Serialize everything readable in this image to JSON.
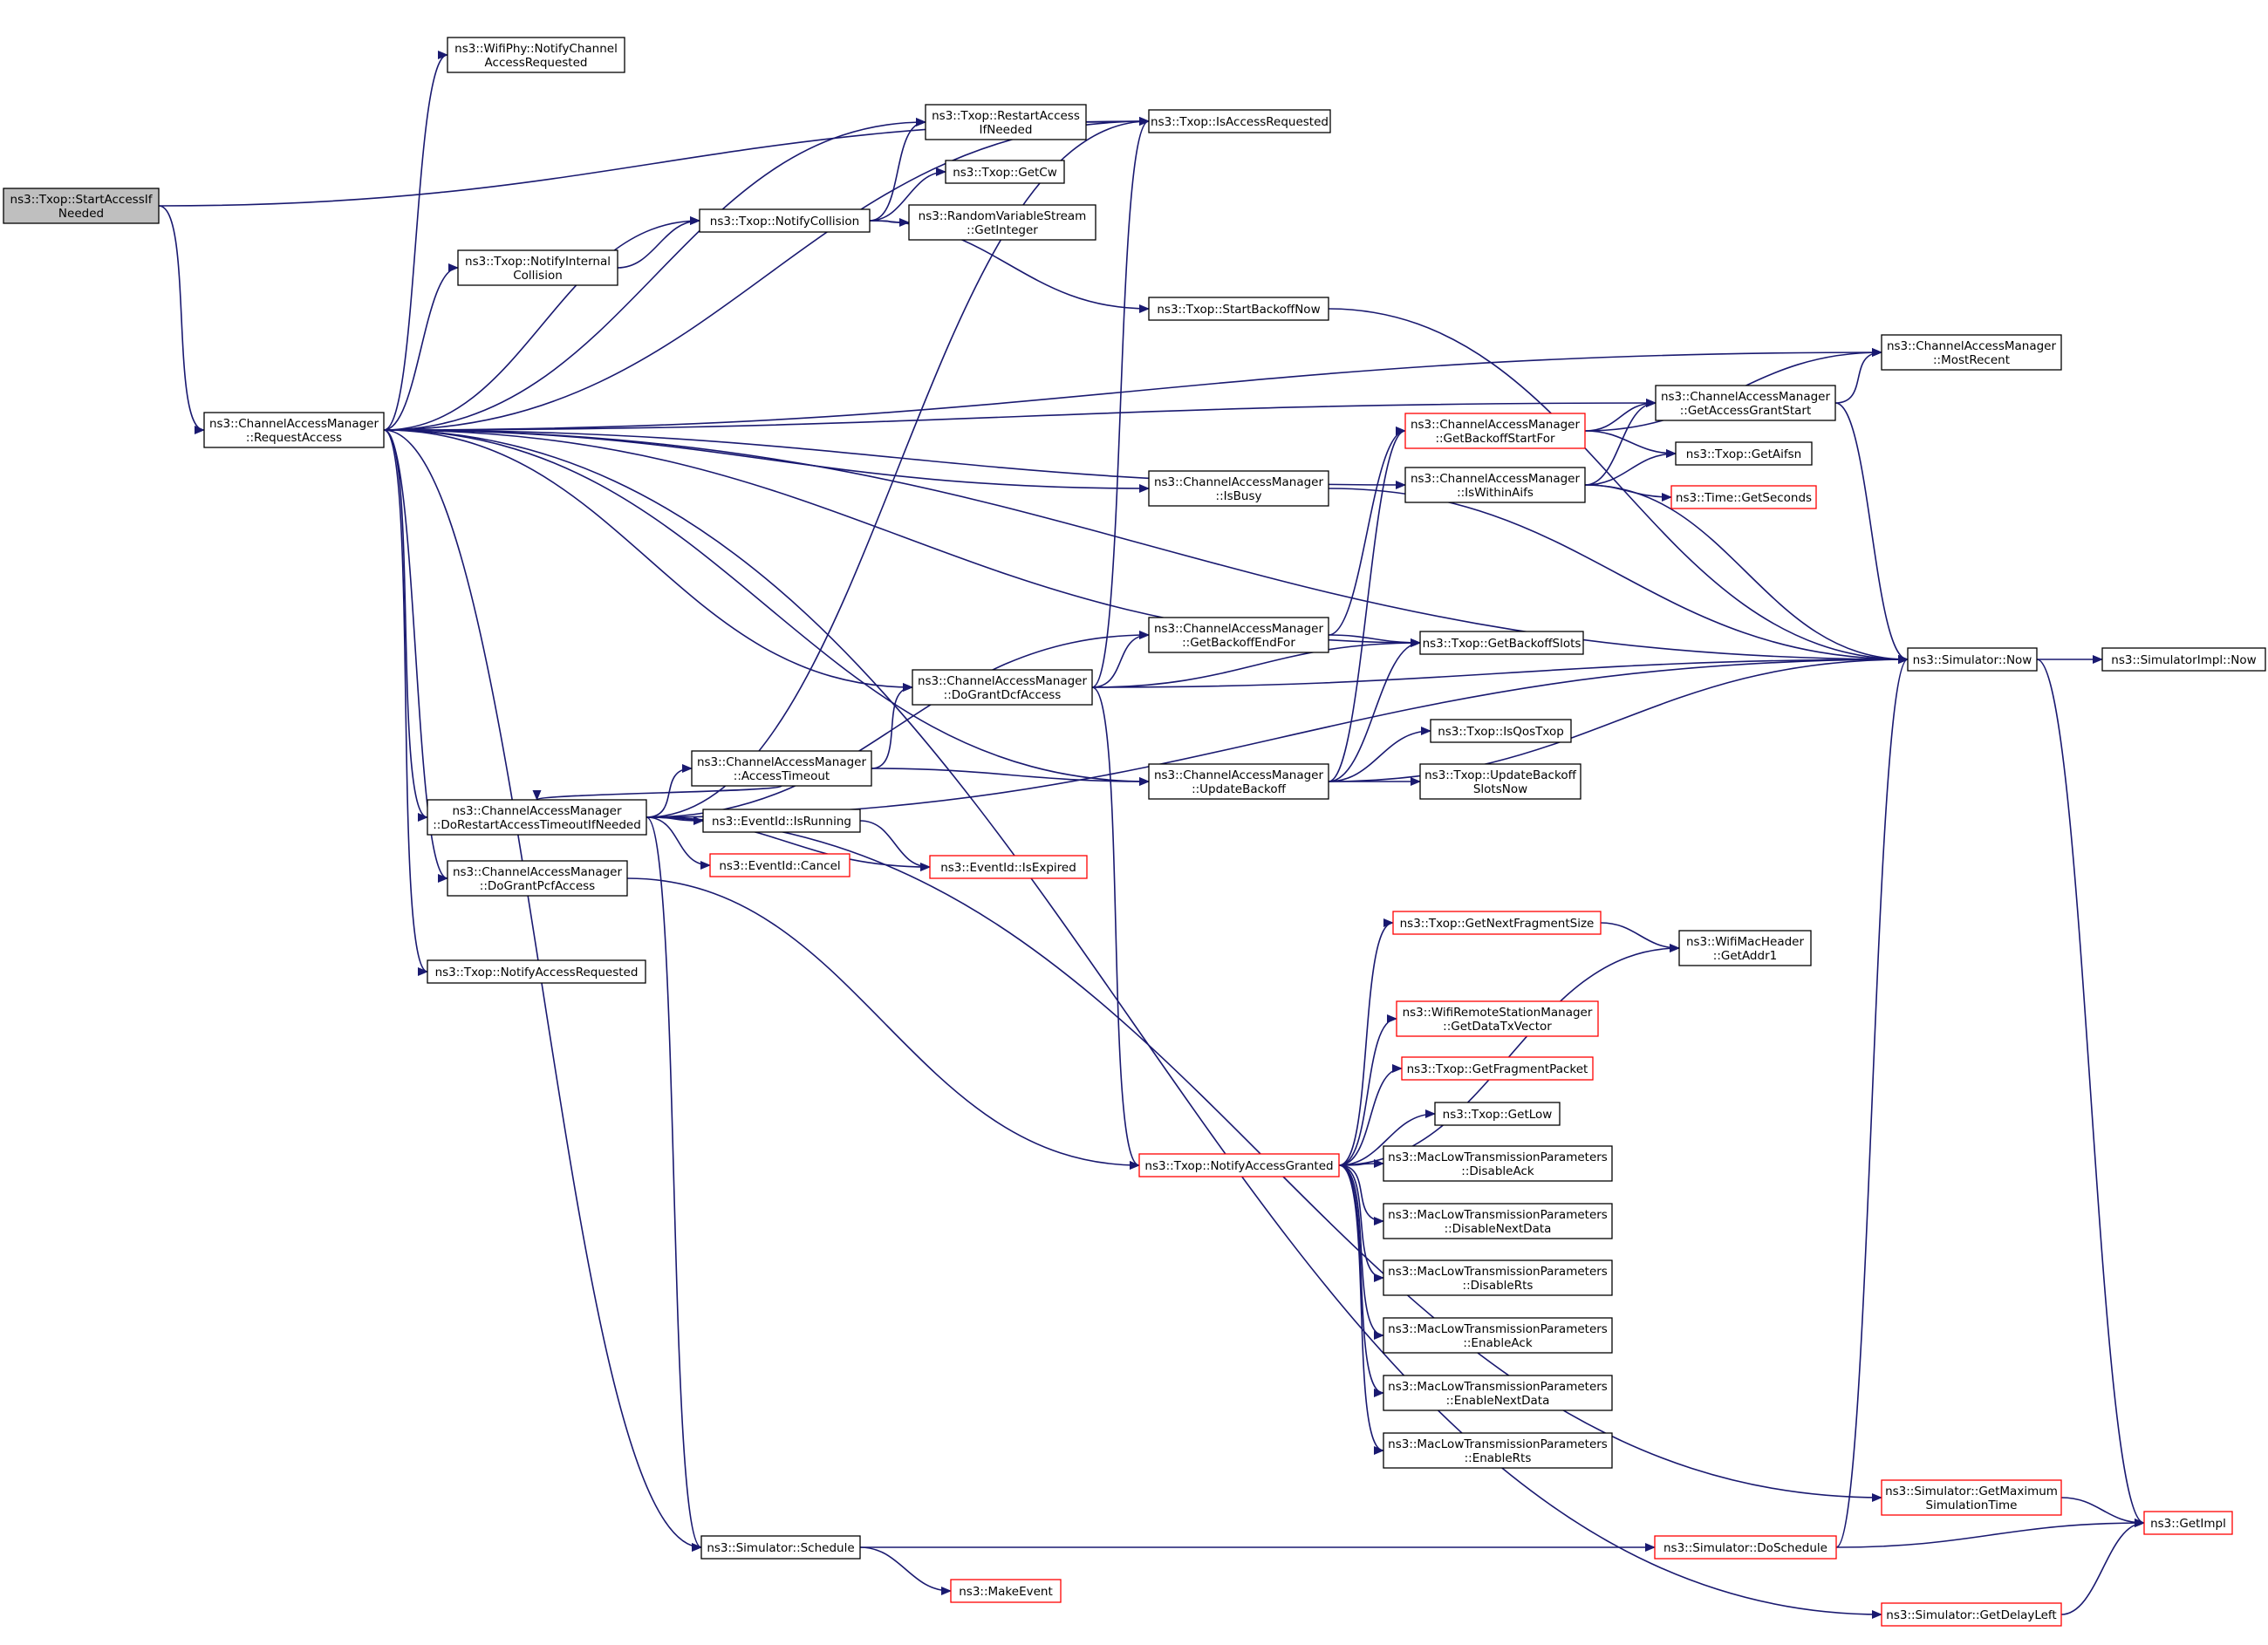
{
  "colors": {
    "edge": "#191970",
    "node_border": "#000000",
    "node_border_truncated": "#ff0000",
    "node_fill": "#ffffff",
    "root_fill": "#bfbfbf",
    "text": "#000000"
  },
  "nodes": [
    {
      "id": "startAccess",
      "lines": [
        "ns3::Txop::StartAccessIf",
        "Needed"
      ],
      "style": "root"
    },
    {
      "id": "requestAccess",
      "lines": [
        "ns3::ChannelAccessManager",
        "::RequestAccess"
      ],
      "style": "normal"
    },
    {
      "id": "notifyChannelAccessRequested",
      "lines": [
        "ns3::WifiPhy::NotifyChannel",
        "AccessRequested"
      ],
      "style": "normal"
    },
    {
      "id": "restartAccessIfNeeded",
      "lines": [
        "ns3::Txop::RestartAccess",
        "IfNeeded"
      ],
      "style": "normal"
    },
    {
      "id": "isAccessRequested",
      "lines": [
        "ns3::Txop::IsAccessRequested"
      ],
      "style": "normal"
    },
    {
      "id": "getCw",
      "lines": [
        "ns3::Txop::GetCw"
      ],
      "style": "normal"
    },
    {
      "id": "notifyCollision",
      "lines": [
        "ns3::Txop::NotifyCollision"
      ],
      "style": "normal"
    },
    {
      "id": "getInteger",
      "lines": [
        "ns3::RandomVariableStream",
        "::GetInteger"
      ],
      "style": "normal"
    },
    {
      "id": "notifyInternalCollision",
      "lines": [
        "ns3::Txop::NotifyInternal",
        "Collision"
      ],
      "style": "normal"
    },
    {
      "id": "startBackoffNow",
      "lines": [
        "ns3::Txop::StartBackoffNow"
      ],
      "style": "normal"
    },
    {
      "id": "mostRecent",
      "lines": [
        "ns3::ChannelAccessManager",
        "::MostRecent"
      ],
      "style": "normal"
    },
    {
      "id": "getAccessGrantStart",
      "lines": [
        "ns3::ChannelAccessManager",
        "::GetAccessGrantStart"
      ],
      "style": "normal"
    },
    {
      "id": "getBackoffStartFor",
      "lines": [
        "ns3::ChannelAccessManager",
        "::GetBackoffStartFor"
      ],
      "style": "truncated"
    },
    {
      "id": "getAifsn",
      "lines": [
        "ns3::Txop::GetAifsn"
      ],
      "style": "normal"
    },
    {
      "id": "isWithinAifs",
      "lines": [
        "ns3::ChannelAccessManager",
        "::IsWithinAifs"
      ],
      "style": "normal"
    },
    {
      "id": "getSeconds",
      "lines": [
        "ns3::Time::GetSeconds"
      ],
      "style": "truncated"
    },
    {
      "id": "isBusy",
      "lines": [
        "ns3::ChannelAccessManager",
        "::IsBusy"
      ],
      "style": "normal"
    },
    {
      "id": "getBackoffEndFor",
      "lines": [
        "ns3::ChannelAccessManager",
        "::GetBackoffEndFor"
      ],
      "style": "normal"
    },
    {
      "id": "getBackoffSlots",
      "lines": [
        "ns3::Txop::GetBackoffSlots"
      ],
      "style": "normal"
    },
    {
      "id": "simulatorNow",
      "lines": [
        "ns3::Simulator::Now"
      ],
      "style": "normal"
    },
    {
      "id": "simulatorImplNow",
      "lines": [
        "ns3::SimulatorImpl::Now"
      ],
      "style": "normal"
    },
    {
      "id": "doGrantDcfAccess",
      "lines": [
        "ns3::ChannelAccessManager",
        "::DoGrantDcfAccess"
      ],
      "style": "normal"
    },
    {
      "id": "accessTimeout",
      "lines": [
        "ns3::ChannelAccessManager",
        "::AccessTimeout"
      ],
      "style": "normal"
    },
    {
      "id": "isQosTxop",
      "lines": [
        "ns3::Txop::IsQosTxop"
      ],
      "style": "normal"
    },
    {
      "id": "updateBackoff",
      "lines": [
        "ns3::ChannelAccessManager",
        "::UpdateBackoff"
      ],
      "style": "normal"
    },
    {
      "id": "updateBackoffSlotsNow",
      "lines": [
        "ns3::Txop::UpdateBackoff",
        "SlotsNow"
      ],
      "style": "normal"
    },
    {
      "id": "doRestartAccessTimeoutIfNeeded",
      "lines": [
        "ns3::ChannelAccessManager",
        "::DoRestartAccessTimeoutIfNeeded"
      ],
      "style": "normal"
    },
    {
      "id": "isRunning",
      "lines": [
        "ns3::EventId::IsRunning"
      ],
      "style": "normal"
    },
    {
      "id": "cancel",
      "lines": [
        "ns3::EventId::Cancel"
      ],
      "style": "truncated"
    },
    {
      "id": "isExpired",
      "lines": [
        "ns3::EventId::IsExpired"
      ],
      "style": "truncated"
    },
    {
      "id": "doGrantPcfAccess",
      "lines": [
        "ns3::ChannelAccessManager",
        "::DoGrantPcfAccess"
      ],
      "style": "normal"
    },
    {
      "id": "notifyAccessRequested",
      "lines": [
        "ns3::Txop::NotifyAccessRequested"
      ],
      "style": "normal"
    },
    {
      "id": "getNextFragmentSize",
      "lines": [
        "ns3::Txop::GetNextFragmentSize"
      ],
      "style": "truncated"
    },
    {
      "id": "getAddr1",
      "lines": [
        "ns3::WifiMacHeader",
        "::GetAddr1"
      ],
      "style": "normal"
    },
    {
      "id": "getDataTxVector",
      "lines": [
        "ns3::WifiRemoteStationManager",
        "::GetDataTxVector"
      ],
      "style": "truncated"
    },
    {
      "id": "getFragmentPacket",
      "lines": [
        "ns3::Txop::GetFragmentPacket"
      ],
      "style": "truncated"
    },
    {
      "id": "getLow",
      "lines": [
        "ns3::Txop::GetLow"
      ],
      "style": "normal"
    },
    {
      "id": "notifyAccessGranted",
      "lines": [
        "ns3::Txop::NotifyAccessGranted"
      ],
      "style": "truncated"
    },
    {
      "id": "disableAck",
      "lines": [
        "ns3::MacLowTransmissionParameters",
        "::DisableAck"
      ],
      "style": "normal"
    },
    {
      "id": "disableNextData",
      "lines": [
        "ns3::MacLowTransmissionParameters",
        "::DisableNextData"
      ],
      "style": "normal"
    },
    {
      "id": "disableRts",
      "lines": [
        "ns3::MacLowTransmissionParameters",
        "::DisableRts"
      ],
      "style": "normal"
    },
    {
      "id": "enableAck",
      "lines": [
        "ns3::MacLowTransmissionParameters",
        "::EnableAck"
      ],
      "style": "normal"
    },
    {
      "id": "enableNextData",
      "lines": [
        "ns3::MacLowTransmissionParameters",
        "::EnableNextData"
      ],
      "style": "normal"
    },
    {
      "id": "enableRts",
      "lines": [
        "ns3::MacLowTransmissionParameters",
        "::EnableRts"
      ],
      "style": "normal"
    },
    {
      "id": "getMaximumSimulationTime",
      "lines": [
        "ns3::Simulator::GetMaximum",
        "SimulationTime"
      ],
      "style": "truncated"
    },
    {
      "id": "getImpl",
      "lines": [
        "ns3::GetImpl"
      ],
      "style": "truncated"
    },
    {
      "id": "simulatorSchedule",
      "lines": [
        "ns3::Simulator::Schedule"
      ],
      "style": "normal"
    },
    {
      "id": "doSchedule",
      "lines": [
        "ns3::Simulator::DoSchedule"
      ],
      "style": "truncated"
    },
    {
      "id": "makeEvent",
      "lines": [
        "ns3::MakeEvent"
      ],
      "style": "truncated"
    },
    {
      "id": "getDelayLeft",
      "lines": [
        "ns3::Simulator::GetDelayLeft"
      ],
      "style": "truncated"
    }
  ],
  "edges": [
    {
      "from": "startAccess",
      "to": "requestAccess"
    },
    {
      "from": "startAccess",
      "to": "isAccessRequested"
    },
    {
      "from": "requestAccess",
      "to": "notifyChannelAccessRequested"
    },
    {
      "from": "requestAccess",
      "to": "isAccessRequested"
    },
    {
      "from": "requestAccess",
      "to": "restartAccessIfNeeded"
    },
    {
      "from": "requestAccess",
      "to": "notifyCollision"
    },
    {
      "from": "requestAccess",
      "to": "notifyInternalCollision"
    },
    {
      "from": "requestAccess",
      "to": "mostRecent"
    },
    {
      "from": "requestAccess",
      "to": "getAccessGrantStart"
    },
    {
      "from": "requestAccess",
      "to": "isWithinAifs"
    },
    {
      "from": "requestAccess",
      "to": "isBusy"
    },
    {
      "from": "requestAccess",
      "to": "simulatorNow"
    },
    {
      "from": "requestAccess",
      "to": "getBackoffSlots"
    },
    {
      "from": "requestAccess",
      "to": "doGrantDcfAccess"
    },
    {
      "from": "requestAccess",
      "to": "updateBackoff"
    },
    {
      "from": "requestAccess",
      "to": "doRestartAccessTimeoutIfNeeded"
    },
    {
      "from": "requestAccess",
      "to": "doGrantPcfAccess"
    },
    {
      "from": "requestAccess",
      "to": "notifyAccessRequested"
    },
    {
      "from": "requestAccess",
      "to": "simulatorSchedule"
    },
    {
      "from": "requestAccess",
      "to": "getDelayLeft"
    },
    {
      "from": "restartAccessIfNeeded",
      "to": "isAccessRequested"
    },
    {
      "from": "notifyCollision",
      "to": "restartAccessIfNeeded"
    },
    {
      "from": "notifyCollision",
      "to": "getCw"
    },
    {
      "from": "notifyCollision",
      "to": "getInteger"
    },
    {
      "from": "notifyCollision",
      "to": "startBackoffNow"
    },
    {
      "from": "notifyInternalCollision",
      "to": "notifyCollision"
    },
    {
      "from": "startBackoffNow",
      "to": "simulatorNow"
    },
    {
      "from": "getAccessGrantStart",
      "to": "mostRecent"
    },
    {
      "from": "getAccessGrantStart",
      "to": "simulatorNow"
    },
    {
      "from": "getBackoffStartFor",
      "to": "mostRecent"
    },
    {
      "from": "getBackoffStartFor",
      "to": "getAccessGrantStart"
    },
    {
      "from": "getBackoffStartFor",
      "to": "getAifsn"
    },
    {
      "from": "isWithinAifs",
      "to": "getAccessGrantStart"
    },
    {
      "from": "isWithinAifs",
      "to": "getAifsn"
    },
    {
      "from": "isWithinAifs",
      "to": "getSeconds"
    },
    {
      "from": "isWithinAifs",
      "to": "simulatorNow"
    },
    {
      "from": "isBusy",
      "to": "simulatorNow"
    },
    {
      "from": "getBackoffEndFor",
      "to": "getBackoffStartFor"
    },
    {
      "from": "getBackoffEndFor",
      "to": "getBackoffSlots"
    },
    {
      "from": "simulatorNow",
      "to": "simulatorImplNow"
    },
    {
      "from": "simulatorNow",
      "to": "getImpl"
    },
    {
      "from": "doGrantDcfAccess",
      "to": "isAccessRequested"
    },
    {
      "from": "doGrantDcfAccess",
      "to": "getBackoffEndFor"
    },
    {
      "from": "doGrantDcfAccess",
      "to": "getBackoffSlots"
    },
    {
      "from": "doGrantDcfAccess",
      "to": "simulatorNow"
    },
    {
      "from": "doGrantDcfAccess",
      "to": "notifyAccessGranted"
    },
    {
      "from": "accessTimeout",
      "to": "doGrantDcfAccess"
    },
    {
      "from": "accessTimeout",
      "to": "updateBackoff"
    },
    {
      "from": "accessTimeout",
      "to": "doRestartAccessTimeoutIfNeeded"
    },
    {
      "from": "updateBackoff",
      "to": "getBackoffStartFor"
    },
    {
      "from": "updateBackoff",
      "to": "getBackoffSlots"
    },
    {
      "from": "updateBackoff",
      "to": "isQosTxop"
    },
    {
      "from": "updateBackoff",
      "to": "updateBackoffSlotsNow"
    },
    {
      "from": "updateBackoff",
      "to": "simulatorNow"
    },
    {
      "from": "doRestartAccessTimeoutIfNeeded",
      "to": "isAccessRequested"
    },
    {
      "from": "doRestartAccessTimeoutIfNeeded",
      "to": "getBackoffEndFor"
    },
    {
      "from": "doRestartAccessTimeoutIfNeeded",
      "to": "accessTimeout"
    },
    {
      "from": "doRestartAccessTimeoutIfNeeded",
      "to": "isRunning"
    },
    {
      "from": "doRestartAccessTimeoutIfNeeded",
      "to": "cancel"
    },
    {
      "from": "doRestartAccessTimeoutIfNeeded",
      "to": "isExpired"
    },
    {
      "from": "doRestartAccessTimeoutIfNeeded",
      "to": "simulatorNow"
    },
    {
      "from": "doRestartAccessTimeoutIfNeeded",
      "to": "getMaximumSimulationTime"
    },
    {
      "from": "doRestartAccessTimeoutIfNeeded",
      "to": "simulatorSchedule"
    },
    {
      "from": "isRunning",
      "to": "isExpired"
    },
    {
      "from": "doGrantPcfAccess",
      "to": "notifyAccessGranted"
    },
    {
      "from": "notifyAccessGranted",
      "to": "getNextFragmentSize"
    },
    {
      "from": "notifyAccessGranted",
      "to": "getAddr1"
    },
    {
      "from": "notifyAccessGranted",
      "to": "getDataTxVector"
    },
    {
      "from": "notifyAccessGranted",
      "to": "getFragmentPacket"
    },
    {
      "from": "notifyAccessGranted",
      "to": "getLow"
    },
    {
      "from": "notifyAccessGranted",
      "to": "disableAck"
    },
    {
      "from": "notifyAccessGranted",
      "to": "disableNextData"
    },
    {
      "from": "notifyAccessGranted",
      "to": "disableRts"
    },
    {
      "from": "notifyAccessGranted",
      "to": "enableAck"
    },
    {
      "from": "notifyAccessGranted",
      "to": "enableNextData"
    },
    {
      "from": "notifyAccessGranted",
      "to": "enableRts"
    },
    {
      "from": "getNextFragmentSize",
      "to": "getAddr1"
    },
    {
      "from": "getMaximumSimulationTime",
      "to": "getImpl"
    },
    {
      "from": "simulatorSchedule",
      "to": "doSchedule"
    },
    {
      "from": "simulatorSchedule",
      "to": "makeEvent"
    },
    {
      "from": "doSchedule",
      "to": "simulatorNow"
    },
    {
      "from": "doSchedule",
      "to": "getImpl"
    },
    {
      "from": "getDelayLeft",
      "to": "getImpl"
    }
  ]
}
